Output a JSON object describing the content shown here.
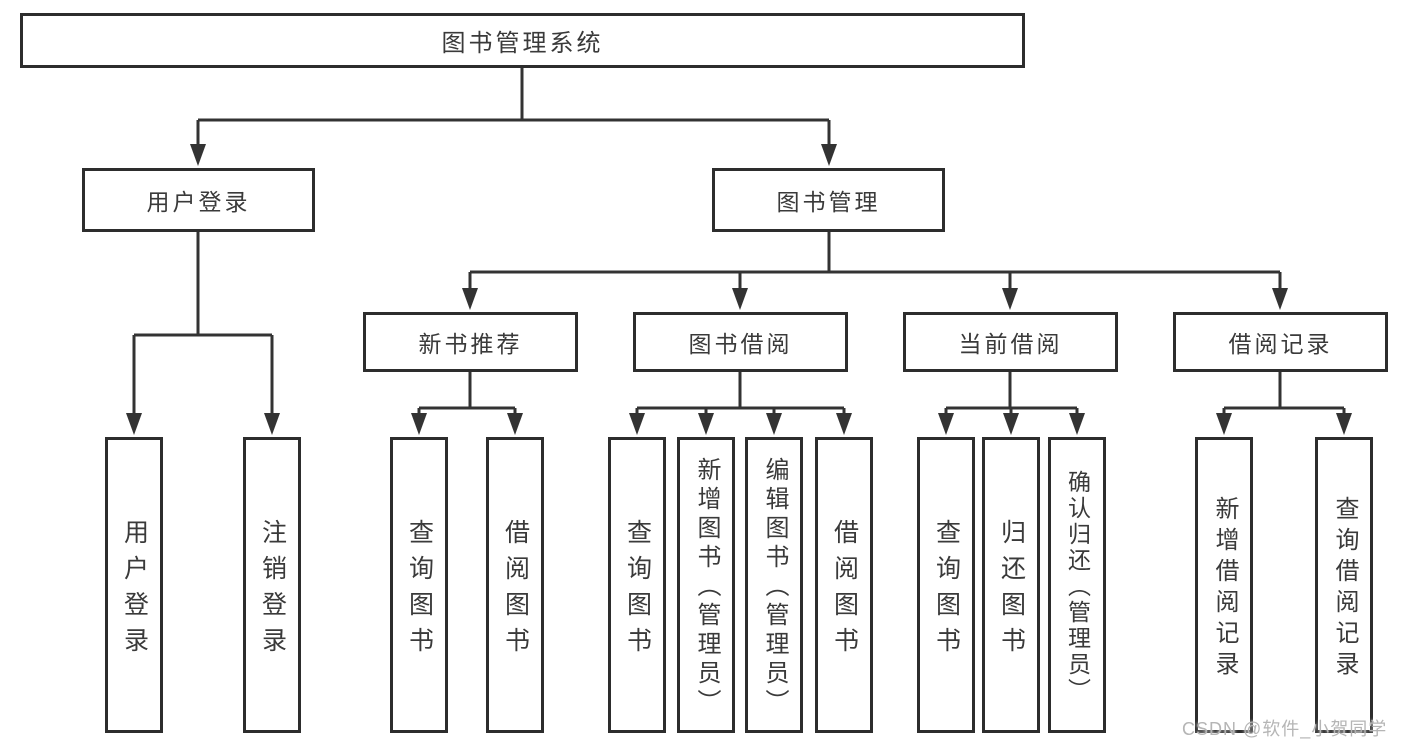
{
  "tree": {
    "label": "图书管理系统",
    "children": [
      {
        "label": "用户登录",
        "children": [
          {
            "label": "用户登录"
          },
          {
            "label": "注销登录"
          }
        ]
      },
      {
        "label": "图书管理",
        "children": [
          {
            "label": "新书推荐",
            "children": [
              {
                "label": "查询图书"
              },
              {
                "label": "借阅图书"
              }
            ]
          },
          {
            "label": "图书借阅",
            "children": [
              {
                "label": "查询图书"
              },
              {
                "label": "新增图书（管理员）"
              },
              {
                "label": "编辑图书（管理员）"
              },
              {
                "label": "借阅图书"
              }
            ]
          },
          {
            "label": "当前借阅",
            "children": [
              {
                "label": "查询图书"
              },
              {
                "label": "归还图书"
              },
              {
                "label": "确认归还（管理员）"
              }
            ]
          },
          {
            "label": "借阅记录",
            "children": [
              {
                "label": "新增借阅记录"
              },
              {
                "label": "查询借阅记录"
              }
            ]
          }
        ]
      }
    ]
  },
  "watermark": "CSDN @软件_小贺同学",
  "colors": {
    "line": "#333333",
    "box_border": "#2d2d2d",
    "text": "#3a3a3a",
    "watermark": "#b5b5b5",
    "background": "#ffffff"
  }
}
